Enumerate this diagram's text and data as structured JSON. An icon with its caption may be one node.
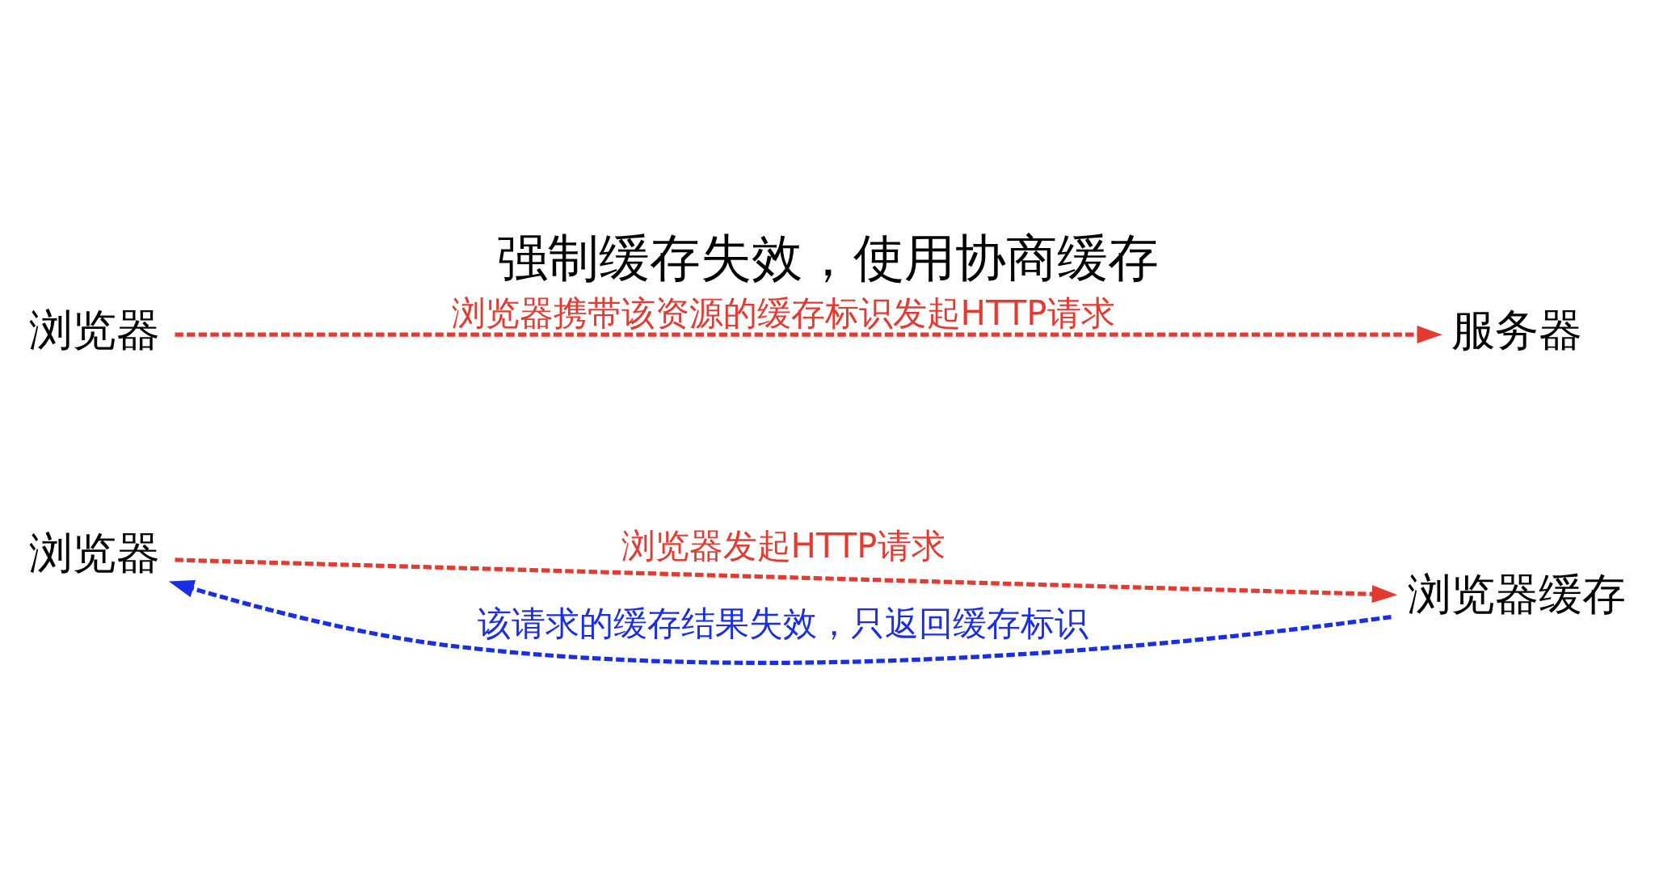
{
  "diagram": {
    "title": "强制缓存失效，使用协商缓存",
    "nodes": [
      {
        "text": [
          "浏览器"
        ]
      },
      {
        "text": [
          "浏览器缓存"
        ]
      },
      {
        "text": [
          "浏览器"
        ]
      },
      {
        "text": [
          "服务器"
        ]
      }
    ],
    "edges": [
      {
        "from": 0,
        "to": 1,
        "arrow": "to",
        "style": "dashed",
        "label": "浏览器发起HTTP请求"
      },
      {
        "from": 1,
        "to": 0,
        "arrow": "to",
        "style": "dashed",
        "color": "#1a2ee6",
        "label": "该请求的缓存结果失效，只返回缓存标识"
      },
      {
        "from": 2,
        "to": 3,
        "arrow": "to",
        "style": "dashed",
        "label": "浏览器携带该资源的缓存标识发起HTTP请求"
      }
    ]
  }
}
